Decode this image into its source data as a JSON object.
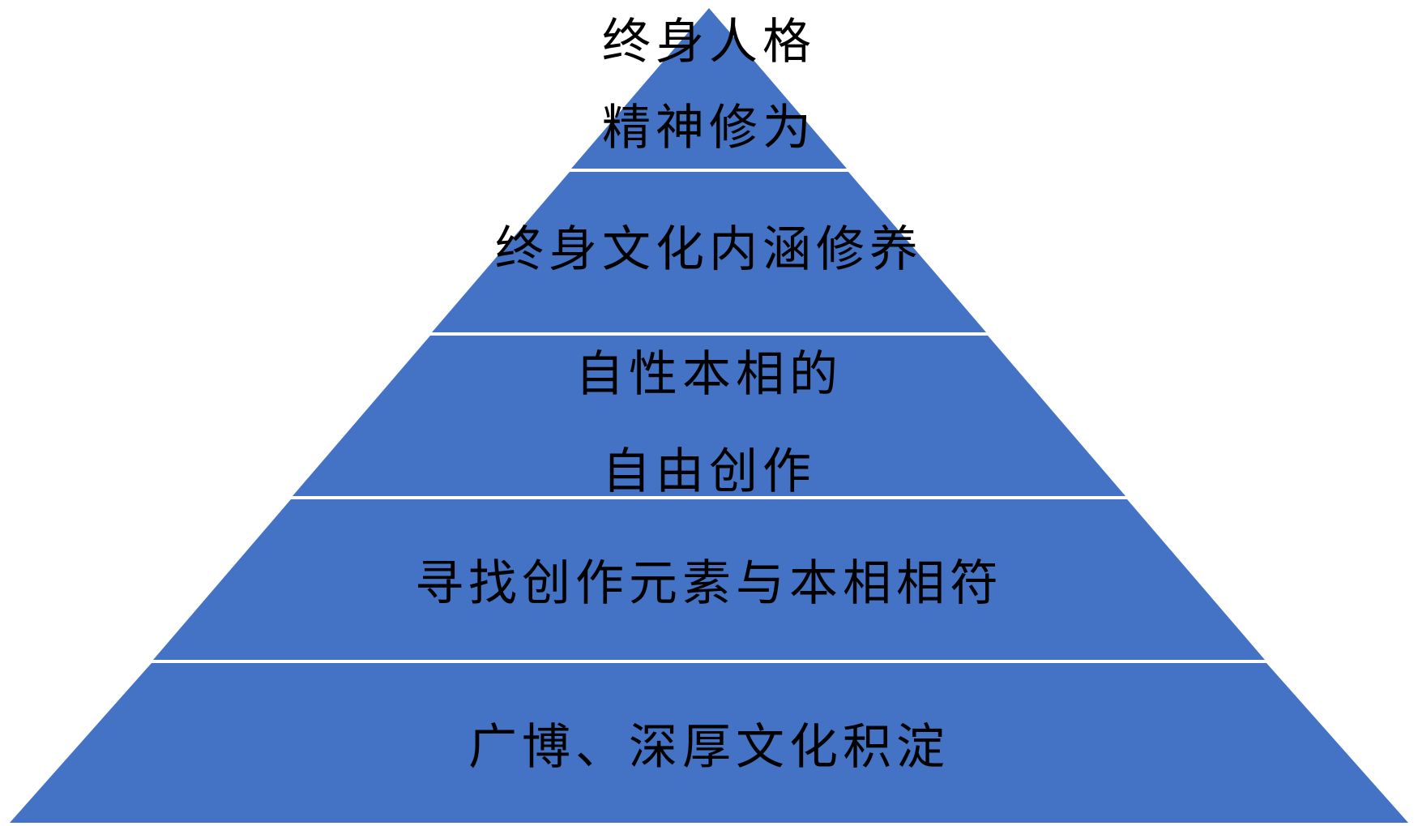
{
  "colors": {
    "tier_fill": "#4472C4",
    "separator": "#ffffff",
    "text": "#000000",
    "background": "#ffffff"
  },
  "tiers": [
    {
      "lines": [
        "终身人格",
        "精神修为"
      ]
    },
    {
      "lines": [
        "终身文化内涵修养"
      ]
    },
    {
      "lines": [
        "自性本相的",
        "自由创作"
      ]
    },
    {
      "lines": [
        "寻找创作元素与本相相符"
      ]
    },
    {
      "lines": [
        "广博、深厚文化积淀"
      ]
    }
  ]
}
